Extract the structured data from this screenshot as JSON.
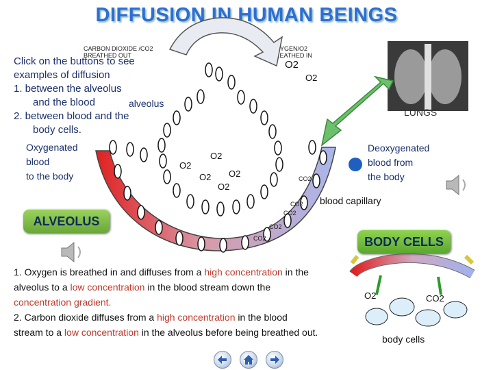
{
  "title": "DIFFUSION IN HUMAN BEINGS",
  "instructions": [
    "Click on the buttons to see",
    "examples of diffusion",
    "1.  between the alveolus",
    "and the blood",
    "2.  between blood and the",
    "body cells."
  ],
  "labels": {
    "co2_out": "CARBON DIOXIDE /CO2 BREATHED OUT",
    "o2_in": "OXYGEN/O2 BREATHED IN",
    "alveolus": "alveolus",
    "oxygenated": [
      "Oxygenated",
      "blood",
      "to the body"
    ],
    "deoxygenated": [
      "Deoxygenated",
      "blood from",
      "the body"
    ],
    "lungs": "LUNGS",
    "capillary": "blood capillary",
    "body_cells_caption": "body cells",
    "o2": "O2",
    "co2": "CO2"
  },
  "buttons": {
    "alveolus": "ALVEOLUS",
    "body_cells": "BODY CELLS"
  },
  "explanation": {
    "p1": [
      "1.  Oxygen is breathed in and diffuses from a ",
      "high concentration",
      " in the alveolus to a ",
      "low concentration",
      " in the blood stream down the ",
      "concentration gradient",
      "."
    ],
    "p2": [
      "2.  Carbon dioxide diffuses from a ",
      "high concentration",
      " in the blood stream to a ",
      "low concentration",
      " in the alveolus before being breathed out."
    ]
  },
  "colors": {
    "title": "#2b6fd6",
    "highlight": "#c0392b",
    "button": "#7dbb48"
  },
  "icons": [
    "speaker-icon",
    "back-arrow-icon",
    "home-icon",
    "forward-arrow-icon"
  ]
}
